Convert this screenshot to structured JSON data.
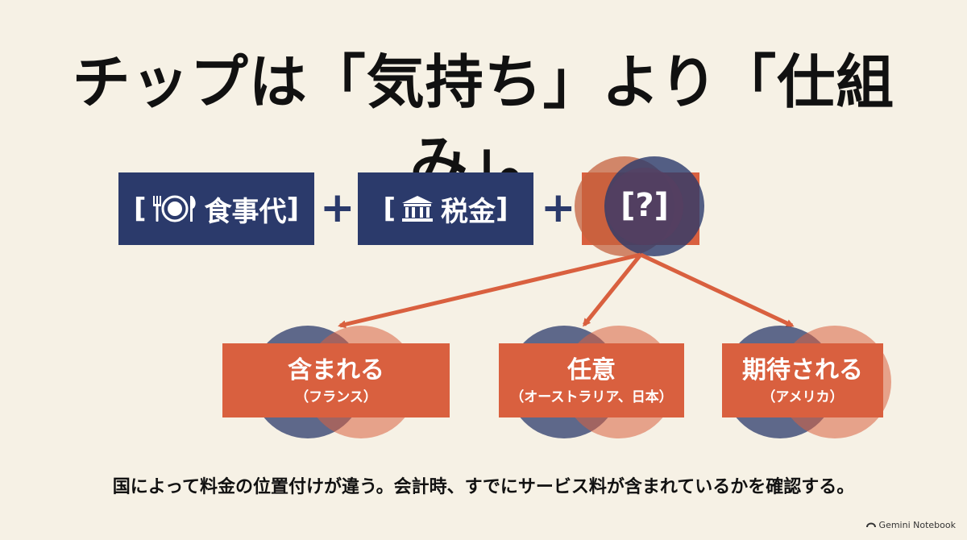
{
  "title": "チップは「気持ち」より「仕組み」。",
  "equation": {
    "food": {
      "open": "[",
      "label": "食事代",
      "close": "]",
      "icon": "plate-fork-knife-icon"
    },
    "plus1": "+",
    "tax": {
      "open": "[",
      "label": "税金",
      "close": "]",
      "icon": "bank-building-icon"
    },
    "plus2": "+",
    "unknown": "[?]"
  },
  "outcomes": [
    {
      "label": "含まれる",
      "note": "（フランス）"
    },
    {
      "label": "任意",
      "note": "（オーストラリア、日本）"
    },
    {
      "label": "期待される",
      "note": "（アメリカ）"
    }
  ],
  "caption": "国によって料金の位置付けが違う。会計時、すでにサービス料が含まれているかを確認する。",
  "brand": "Gemini Notebook",
  "colors": {
    "navy": "#2b3a6b",
    "coral": "#d9603f",
    "background": "#f6f1e5"
  }
}
